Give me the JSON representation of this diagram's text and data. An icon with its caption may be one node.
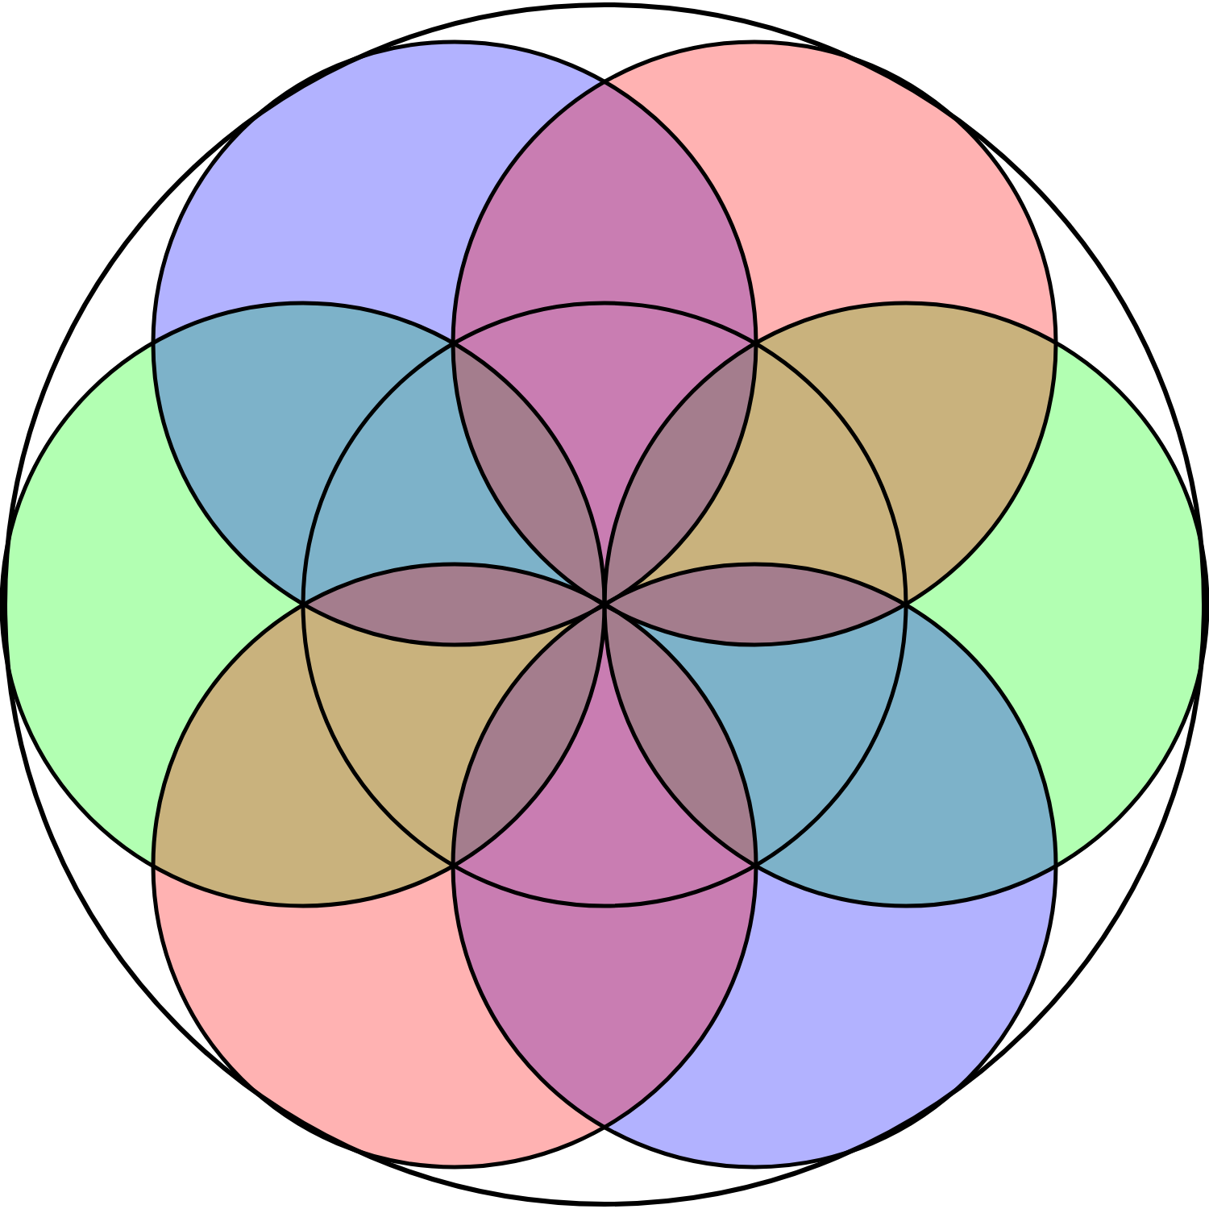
{
  "diagram": {
    "nodes": [
      {
        "text": [],
        "shape": "circle"
      },
      {
        "text": [],
        "shape": "circle",
        "in": 0
      },
      {
        "text": [],
        "shape": "circle",
        "in": 0
      },
      {
        "text": [],
        "shape": "circle",
        "in": 0
      },
      {
        "text": [],
        "shape": "circle",
        "in": 0
      },
      {
        "text": [],
        "shape": "circle",
        "in": 0
      },
      {
        "text": [],
        "shape": "circle",
        "in": 0
      },
      {
        "text": [],
        "shape": "circle",
        "in": 0
      }
    ]
  }
}
